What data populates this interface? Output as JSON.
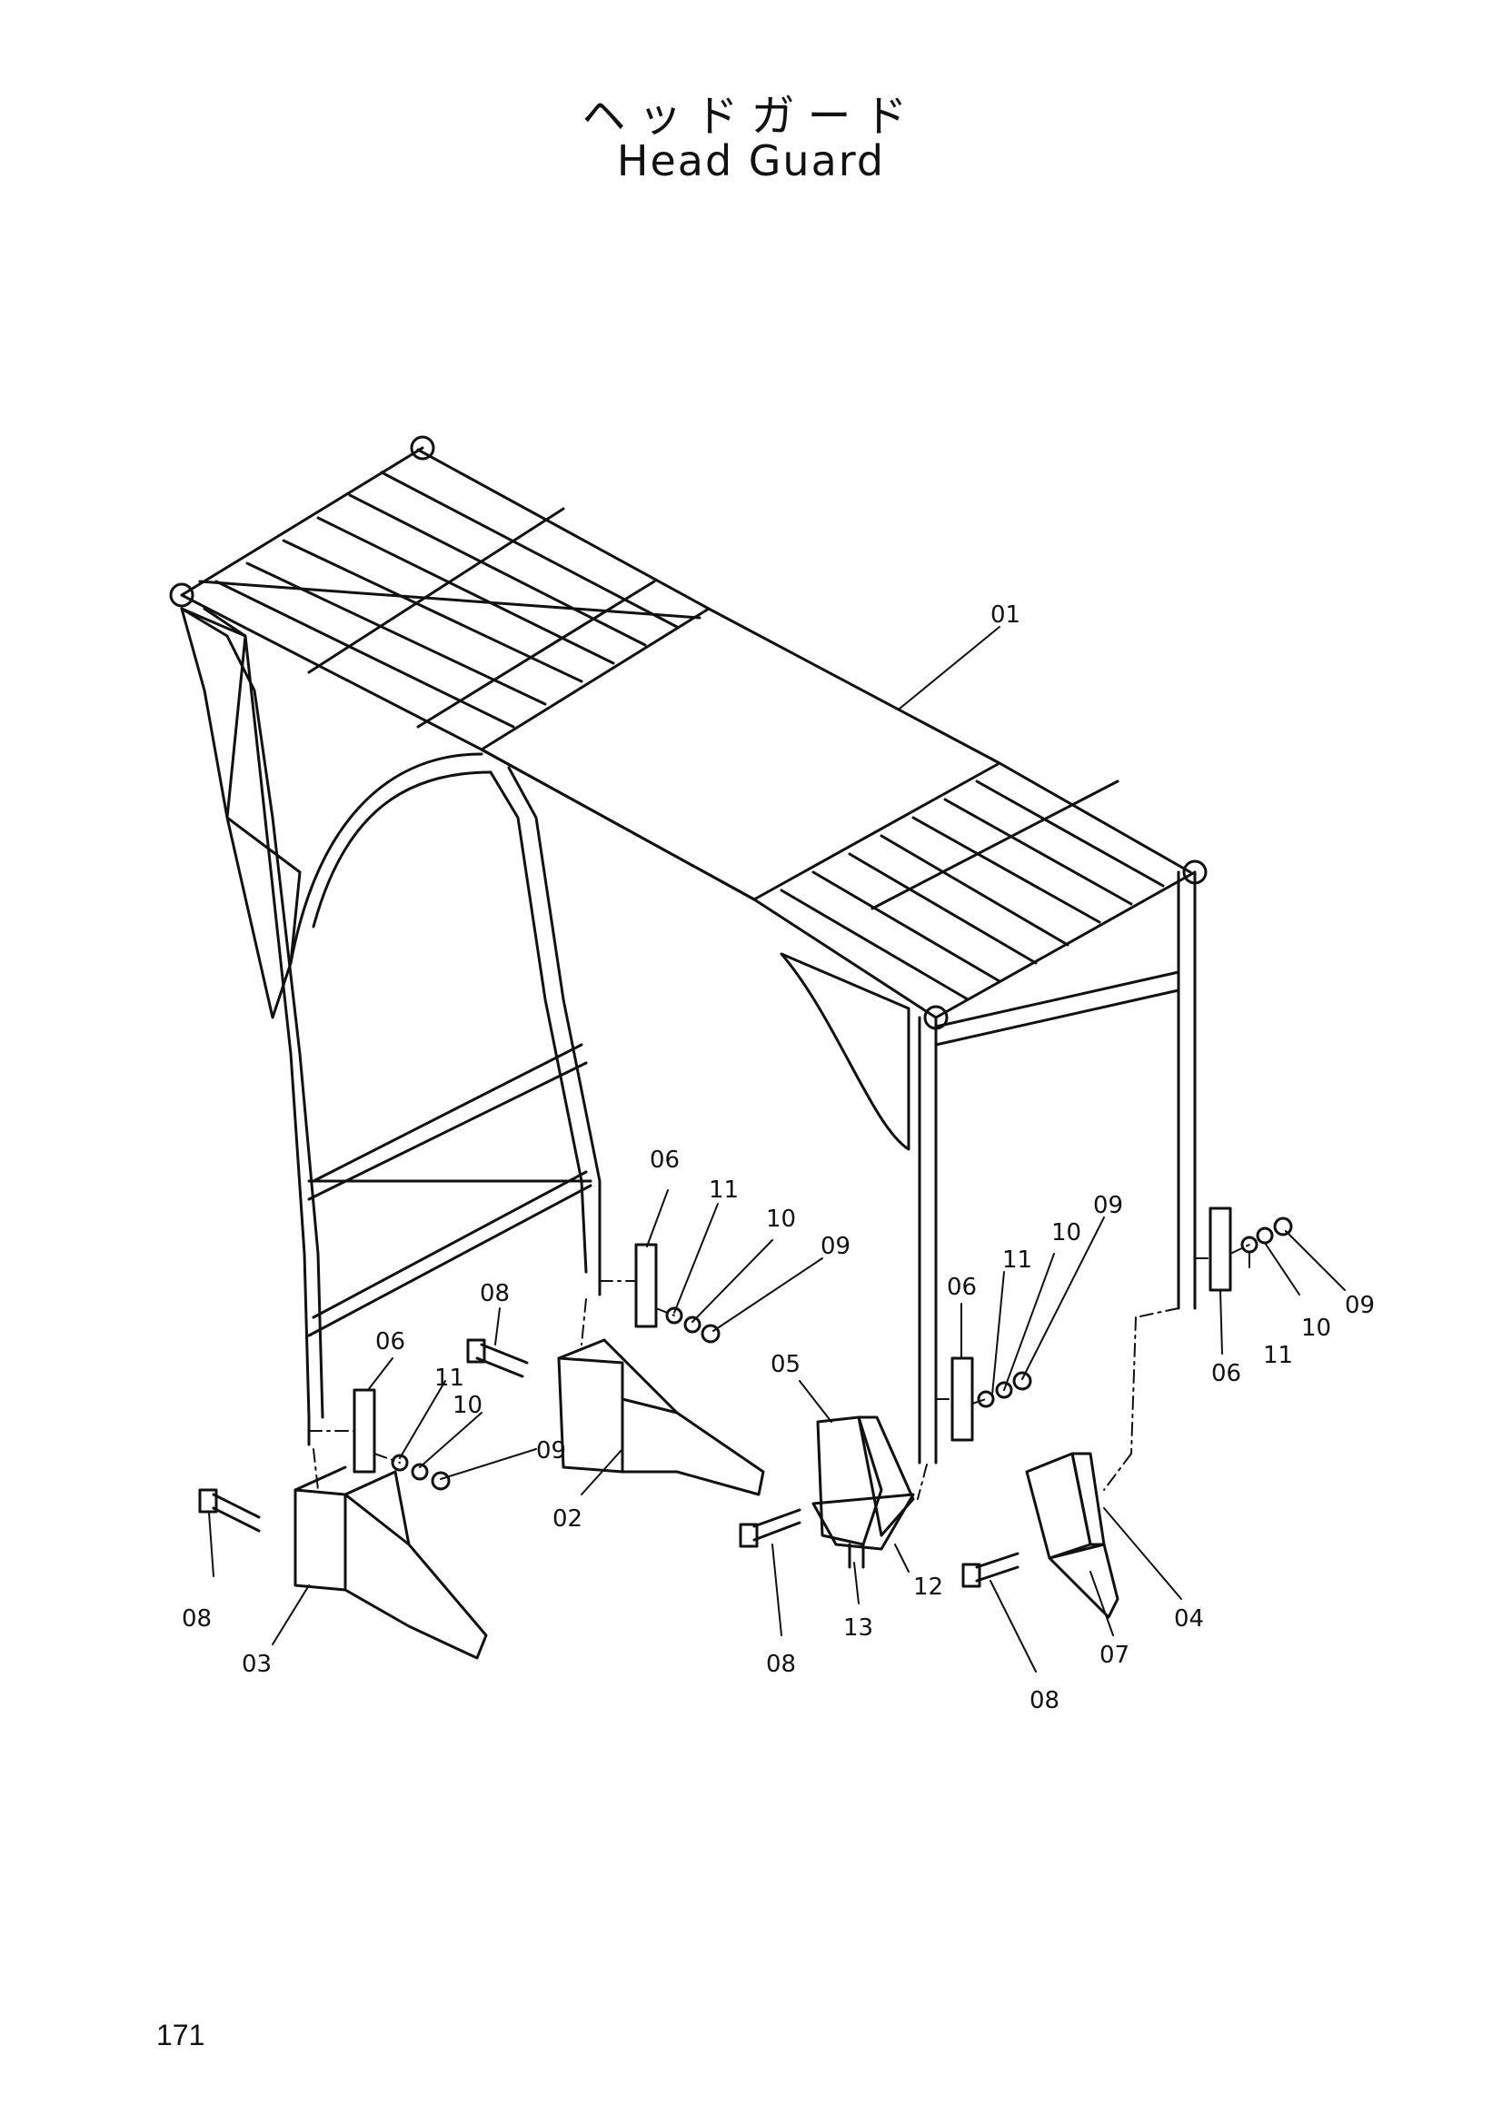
{
  "title_japanese": "ヘッドガード",
  "title_english": "Head Guard",
  "page_number": "171",
  "callouts": [
    {
      "id": "01",
      "label": "01"
    },
    {
      "id": "02",
      "label": "02"
    },
    {
      "id": "03",
      "label": "03"
    },
    {
      "id": "04",
      "label": "04"
    },
    {
      "id": "05",
      "label": "05"
    },
    {
      "id": "06a",
      "label": "06"
    },
    {
      "id": "06b",
      "label": "06"
    },
    {
      "id": "06c",
      "label": "06"
    },
    {
      "id": "06d",
      "label": "06"
    },
    {
      "id": "07",
      "label": "07"
    },
    {
      "id": "08a",
      "label": "08"
    },
    {
      "id": "08b",
      "label": "08"
    },
    {
      "id": "08c",
      "label": "08"
    },
    {
      "id": "08d",
      "label": "08"
    },
    {
      "id": "09a",
      "label": "09"
    },
    {
      "id": "09b",
      "label": "09"
    },
    {
      "id": "09c",
      "label": "09"
    },
    {
      "id": "09d",
      "label": "09"
    },
    {
      "id": "10a",
      "label": "10"
    },
    {
      "id": "10b",
      "label": "10"
    },
    {
      "id": "10c",
      "label": "10"
    },
    {
      "id": "10d",
      "label": "10"
    },
    {
      "id": "11a",
      "label": "11"
    },
    {
      "id": "11b",
      "label": "11"
    },
    {
      "id": "11c",
      "label": "11"
    },
    {
      "id": "11d",
      "label": "11"
    },
    {
      "id": "12",
      "label": "12"
    },
    {
      "id": "13",
      "label": "13"
    }
  ]
}
